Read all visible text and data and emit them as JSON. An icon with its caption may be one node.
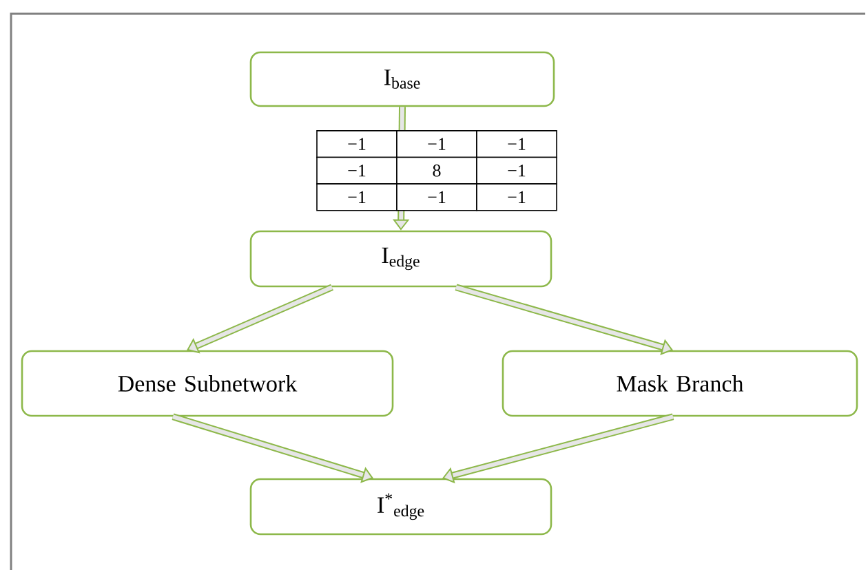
{
  "diagram": {
    "nodes": [
      {
        "text": [
          "I$_{base}$"
        ]
      },
      {
        "text": [
          "I$_{edge}$"
        ]
      },
      {
        "text": [
          "Dense Subnetwork"
        ]
      },
      {
        "text": [
          "Mask Branch"
        ]
      },
      {
        "text": [
          "I$^{*}$$_{edge}$"
        ]
      }
    ],
    "edges": [
      {
        "from": 0,
        "to": 1,
        "arrow": "to"
      },
      {
        "from": 1,
        "to": 2,
        "arrow": "to"
      },
      {
        "from": 1,
        "to": 3,
        "arrow": "to"
      },
      {
        "from": 2,
        "to": 4,
        "arrow": "to"
      },
      {
        "from": 3,
        "to": 4,
        "arrow": "to"
      }
    ],
    "labels": [
      "−1",
      "−1",
      "−1",
      "−1",
      "8",
      "−1",
      "−1",
      "−1",
      "−1"
    ]
  }
}
